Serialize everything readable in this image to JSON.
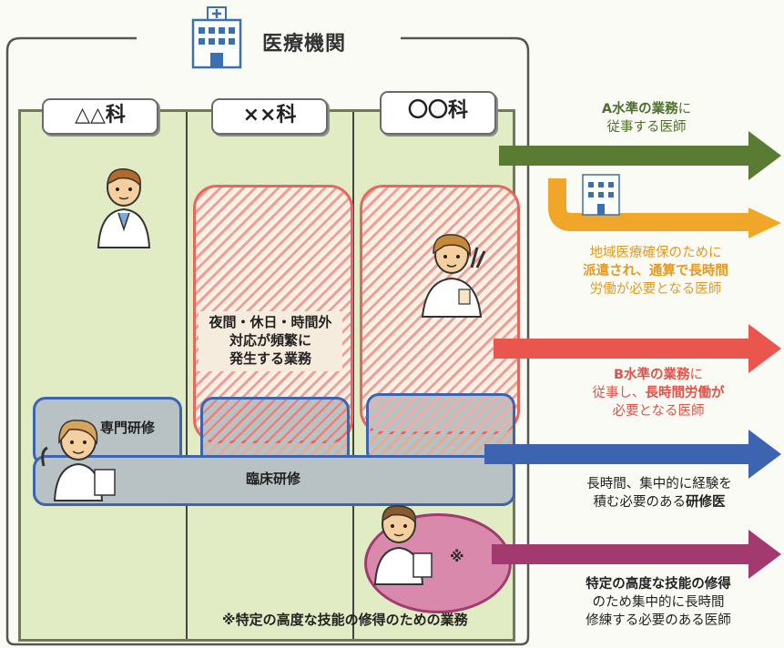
{
  "header": {
    "title": "医療機関"
  },
  "departments": [
    {
      "label": "△△科"
    },
    {
      "label": "××科"
    },
    {
      "label": "〇〇科"
    }
  ],
  "labels": {
    "night_work": [
      "夜間・休日・時間外",
      "対応が頻繁に",
      "発生する業務"
    ],
    "specialty_training": "専門研修",
    "clinical_training": "臨床研修",
    "special_mark": "※",
    "footnote": "※特定の高度な技能の修得のための業務"
  },
  "categories": {
    "a": {
      "line1_prefix": "A水準の業務",
      "line1_suffix": "に",
      "line2": "従事する医師",
      "color": "#5a7b32"
    },
    "regional": {
      "line1": "地域医療確保のために",
      "line2_a": "派遣され、通算で",
      "line2_b": "長時間",
      "line3": "労働が必要となる医師",
      "color": "#f0a628"
    },
    "b": {
      "line1_prefix": "B水準の業務",
      "line1_suffix": "に",
      "line2_a": "従事し、",
      "line2_b": "長時間労働が",
      "line3": "必要となる医師",
      "color": "#e8564e"
    },
    "trainee": {
      "line1": "長時間、集中的に経験を",
      "line2_a": "積む必要のある",
      "line2_b": "研修医",
      "color": "#3d64b0"
    },
    "skill": {
      "line1": "特定の高度な技能の修得",
      "line2": "のため集中的に長時間",
      "line3": "修練する必要のある医師",
      "color": "#a23a70"
    }
  },
  "icons": [
    "hospital-icon",
    "doctor-icon"
  ]
}
